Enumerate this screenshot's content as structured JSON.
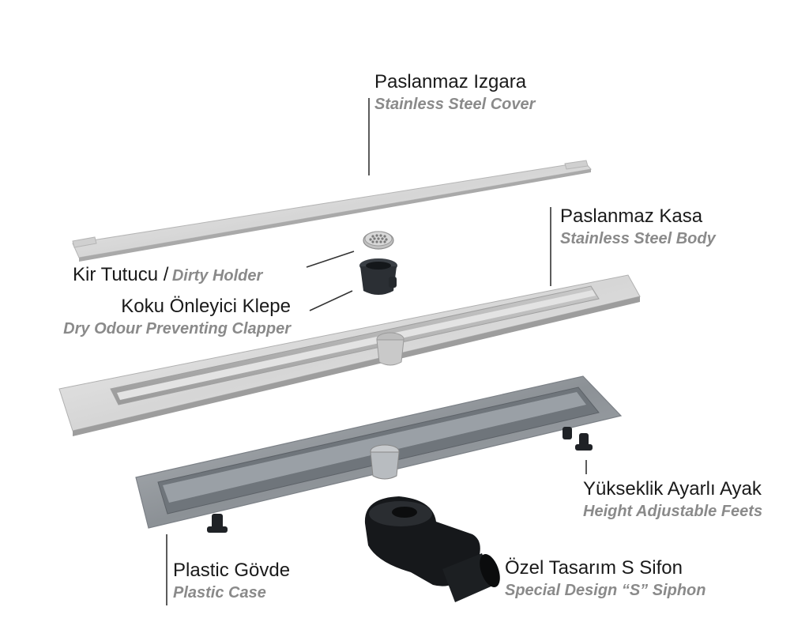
{
  "labels": {
    "cover": {
      "tr": "Paslanmaz Izgara",
      "en": "Stainless Steel Cover"
    },
    "body": {
      "tr": "Paslanmaz Kasa",
      "en": "Stainless Steel Body"
    },
    "holder": {
      "tr": "Kir Tutucu /",
      "en": "Dirty Holder"
    },
    "clapper": {
      "tr": "Koku Önleyici Klepe",
      "en": "Dry Odour Preventing Clapper"
    },
    "feet": {
      "tr": "Yükseklik Ayarlı Ayak",
      "en": "Height Adjustable Feets"
    },
    "case": {
      "tr": "Plastic Gövde",
      "en": "Plastic Case"
    },
    "siphon": {
      "tr": "Özel Tasarım S Sifon",
      "en": "Special Design “S” Siphon"
    }
  },
  "colors": {
    "turkish_text": "#1a1a1a",
    "english_text": "#8a8a8a",
    "leader_line": "#333333"
  }
}
